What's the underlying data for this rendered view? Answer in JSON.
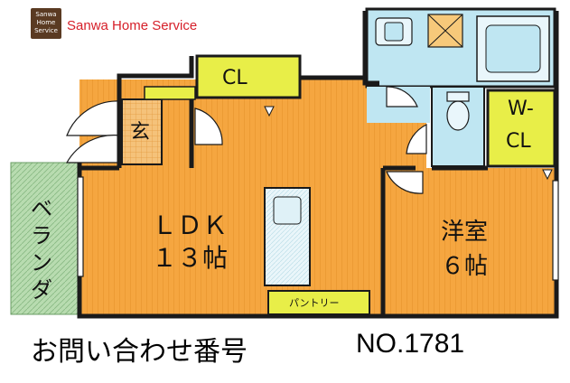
{
  "brand": {
    "logo_lines": [
      "Sanwa",
      "Home",
      "Service"
    ],
    "name": "Sanwa Home Service"
  },
  "rooms": {
    "ldk_line1": "ＬＤＫ",
    "ldk_line2": "１３帖",
    "bedroom_line1": "洋室",
    "bedroom_line2": "６帖",
    "closet": "CL",
    "walk_in_closet_line1": "W-",
    "walk_in_closet_line2": "CL",
    "entrance": "玄",
    "pantry": "パントリー",
    "veranda": [
      "ベ",
      "ラ",
      "ン",
      "ダ"
    ]
  },
  "footer": {
    "inquiry_label": "お問い合わせ番号",
    "number": "NO.1781"
  },
  "colors": {
    "ldk_floor": "#f5a640",
    "closet_fill": "#e8ee48",
    "water_area": "#bfe6f2",
    "veranda": "#b8dcb0",
    "wall": "#1a1a1a",
    "brand_red": "#d6202a"
  }
}
